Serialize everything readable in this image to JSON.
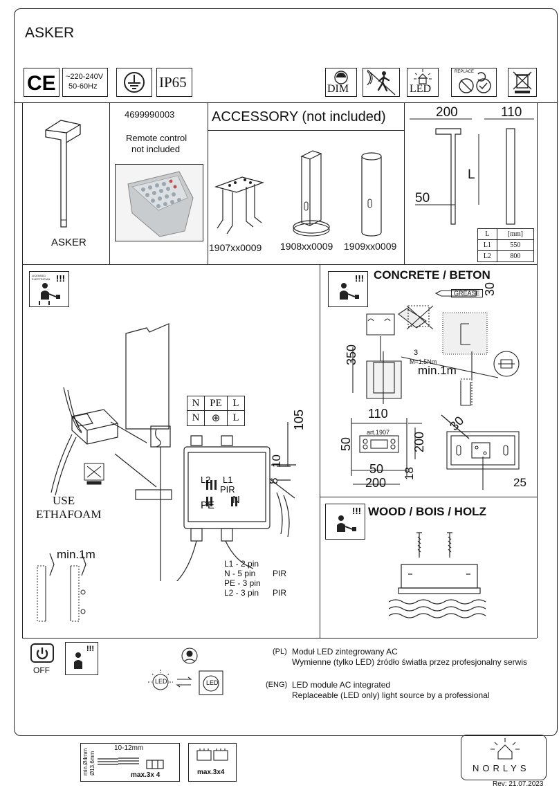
{
  "header": {
    "title": "ASKER"
  },
  "certs": {
    "voltage_line1": "~220-240V",
    "voltage_line2": "50-60Hz",
    "ip": "IP65",
    "dim": "DIM",
    "led": "LED",
    "replace": "REPLACE"
  },
  "product": {
    "name": "ASKER"
  },
  "code": {
    "number": "4699990003",
    "remote_line1": "Remote control",
    "remote_line2": "not included"
  },
  "accessory": {
    "title": "ACCESSORY (not included)",
    "items": [
      "1907xx0009",
      "1908xx0009",
      "1909xx0009"
    ]
  },
  "dimensions": {
    "width": "200",
    "depth": "110",
    "offset": "50",
    "length_label": "L",
    "table": {
      "header": [
        "L",
        "[mm]"
      ],
      "rows": [
        [
          "L1",
          "550"
        ],
        [
          "L2",
          "800"
        ]
      ]
    }
  },
  "licensed": "LICENSED ELECTRICIAN",
  "wiring": {
    "use_line1": "USE",
    "use_line2": "ETHAFOAM",
    "npel_top": [
      "N",
      "PE",
      "L"
    ],
    "npel_bottom": [
      "N",
      "",
      "L"
    ],
    "dim105": "105",
    "dim10": "10",
    "dim8": "8",
    "terminals": {
      "l2": "L2",
      "l1": "L1",
      "pir": "PIR",
      "n": "N",
      "pe": "PE"
    },
    "pins": [
      {
        "label": "L1  - 2 pin",
        "extra": ""
      },
      {
        "label": "N   - 5 pin",
        "extra": "PIR"
      },
      {
        "label": "PE - 3 pin",
        "extra": ""
      },
      {
        "label": "L2  - 3 pin",
        "extra": "PIR"
      }
    ],
    "min_gap": "min.1m"
  },
  "concrete": {
    "title": "CONCRETE / BETON",
    "grease": "GREASE",
    "dim30": "30",
    "dim350": "350",
    "bolt": "3",
    "torque": "M=1,5Nm",
    "min_gap": "min.1m",
    "dim110": "110",
    "dim50a": "50",
    "art": "art.1907",
    "dim200a": "200",
    "dim50b": "50",
    "dim18": "18",
    "dim200b": "200",
    "dim30b": "30",
    "dim25": "25"
  },
  "wood": {
    "title": "WOOD / BOIS / HOLZ"
  },
  "service": {
    "off": "OFF",
    "pl_tag": "(PL)",
    "pl_line1": "Moduł LED zintegrowany AC",
    "pl_line2": "Wymienne (tylko LED) źródło światła przez profesjonalny serwis",
    "eng_tag": "(ENG)",
    "eng_line1": "LED module AC integrated",
    "eng_line2": "Replaceable (LED only) light source by a professional",
    "led": "LED"
  },
  "footer": {
    "cable_dia1": "min.Ø4mm",
    "cable_dia2": "Ø13,6mm",
    "strip": "10-12mm",
    "max1": "max.3x 4",
    "max2": "max.3x4",
    "brand": "NORLYS",
    "rev": "Rev: 21.07.2023"
  },
  "colors": {
    "line": "#222222",
    "background": "#ffffff"
  }
}
